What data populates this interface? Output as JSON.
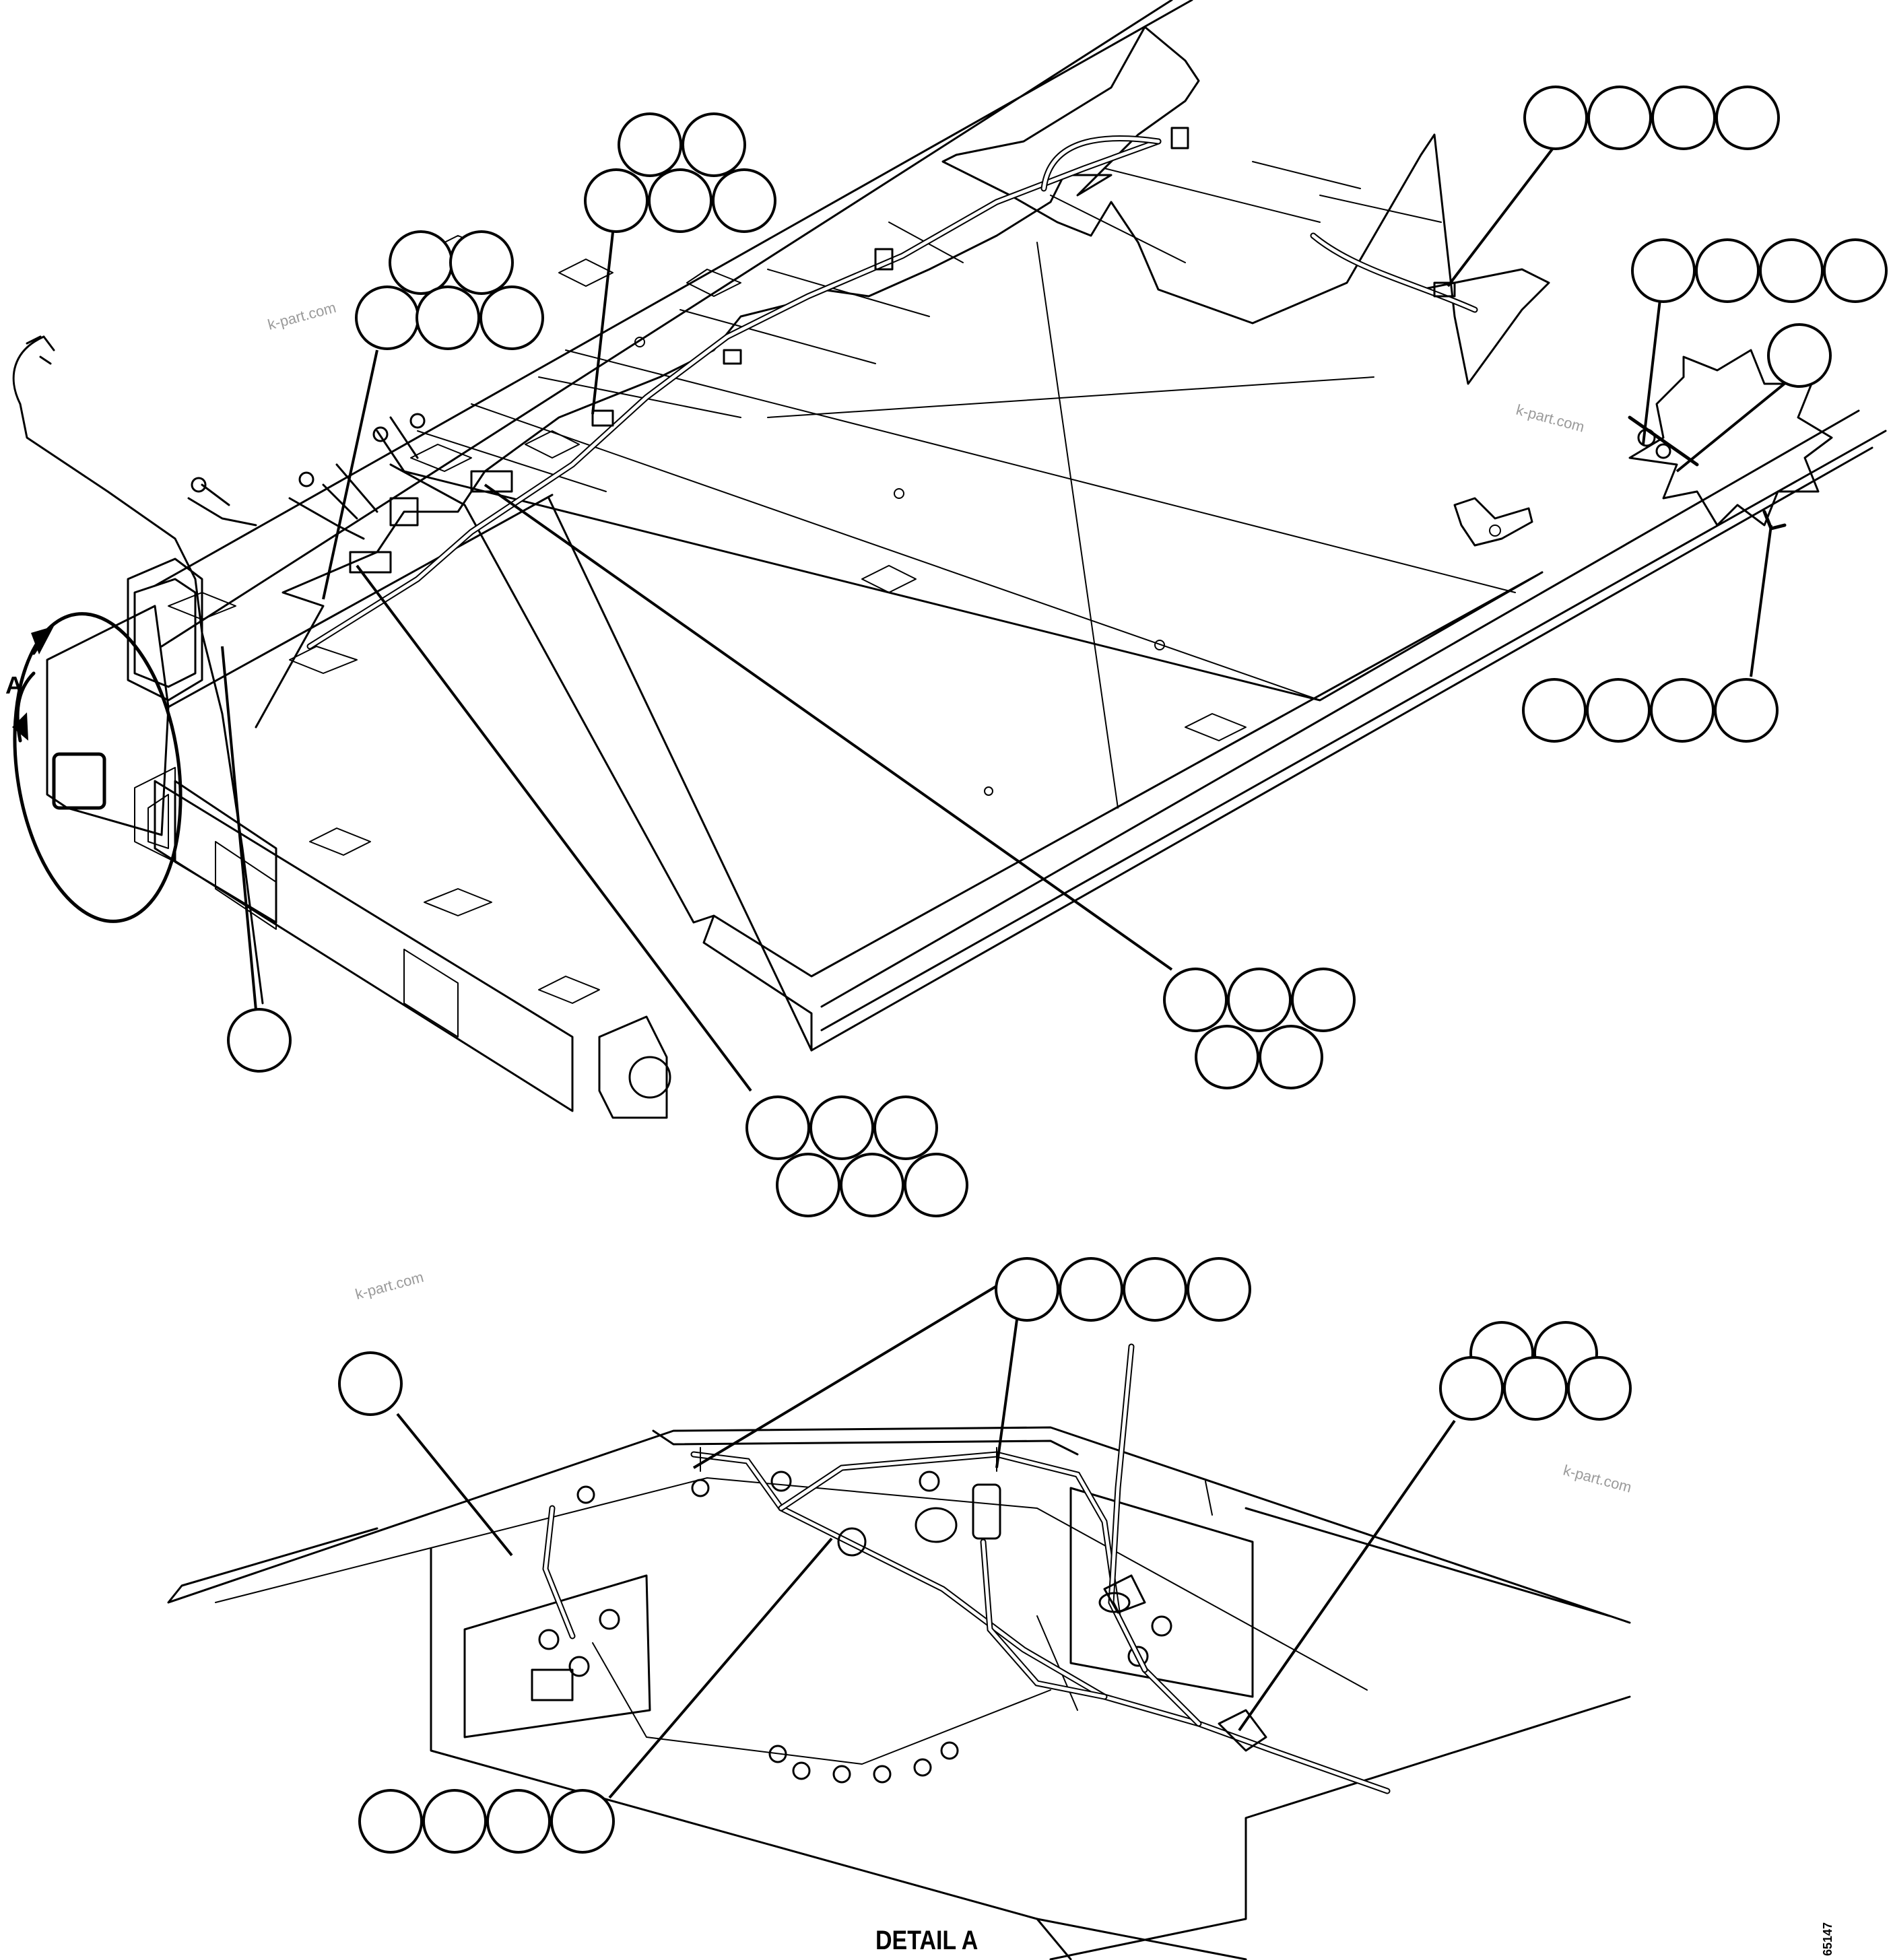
{
  "labels": {
    "detail_marker": "A",
    "detail_title": "DETAIL A",
    "drawing_number": "65147"
  },
  "watermarks": [
    "k-part.com",
    "k-part.com",
    "k-part.com",
    "k-part.com"
  ],
  "callout_groups": [
    {
      "id": "g1",
      "count": 4
    },
    {
      "id": "g2",
      "count": 5
    },
    {
      "id": "g3",
      "count": 5
    },
    {
      "id": "g4",
      "count": 4
    },
    {
      "id": "g5",
      "count": 1
    },
    {
      "id": "g6",
      "count": 4
    },
    {
      "id": "g7",
      "count": 1
    },
    {
      "id": "g8",
      "count": 5
    },
    {
      "id": "g9",
      "count": 6
    },
    {
      "id": "g10",
      "count": 4
    },
    {
      "id": "g11",
      "count": 1
    },
    {
      "id": "g12",
      "count": 5
    },
    {
      "id": "g13",
      "count": 4
    }
  ],
  "colors": {
    "line": "#000000",
    "background": "#ffffff",
    "watermark": "#9a9a9a"
  }
}
